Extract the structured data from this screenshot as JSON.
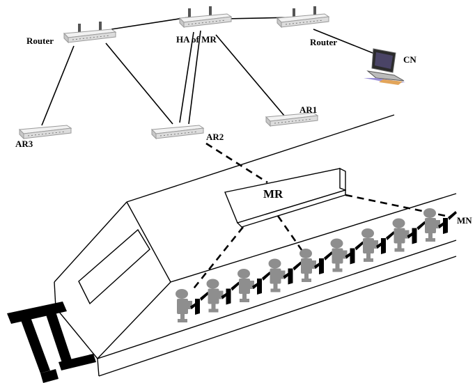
{
  "labels": {
    "router_left": "Router",
    "ha": "HA of MR",
    "router_right": "Router",
    "cn": "CN",
    "ar1": "AR1",
    "ar2": "AR2",
    "ar3": "AR3",
    "mr": "MR",
    "mn": "MN"
  },
  "colors": {
    "line": "#000000",
    "router_body": "#e6e6e6",
    "router_edge": "#9a9a9a",
    "passenger": "#8e8e8e",
    "seat": "#000000"
  },
  "seat_count": 9
}
